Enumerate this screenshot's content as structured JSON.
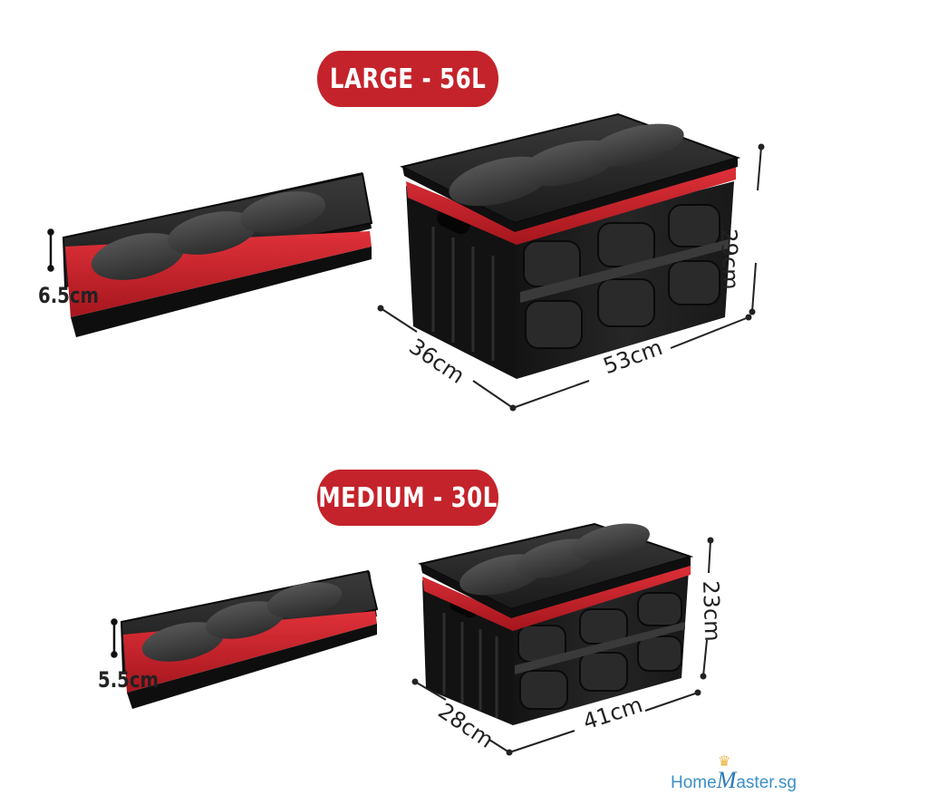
{
  "labels": {
    "large": "LARGE - 56L",
    "medium": "MEDIUM - 30L"
  },
  "large": {
    "folded_height": "6.5cm",
    "height": "29cm",
    "depth": "36cm",
    "width": "53cm"
  },
  "medium": {
    "folded_height": "5.5cm",
    "height": "23cm",
    "depth": "28cm",
    "width": "41cm"
  },
  "logo": {
    "prefix": "Home",
    "initial": "M",
    "suffix": "aster.sg"
  },
  "colors": {
    "accent_red": "#c4232b",
    "box_black": "#1c1c1c",
    "label_text": "#ffffff"
  }
}
